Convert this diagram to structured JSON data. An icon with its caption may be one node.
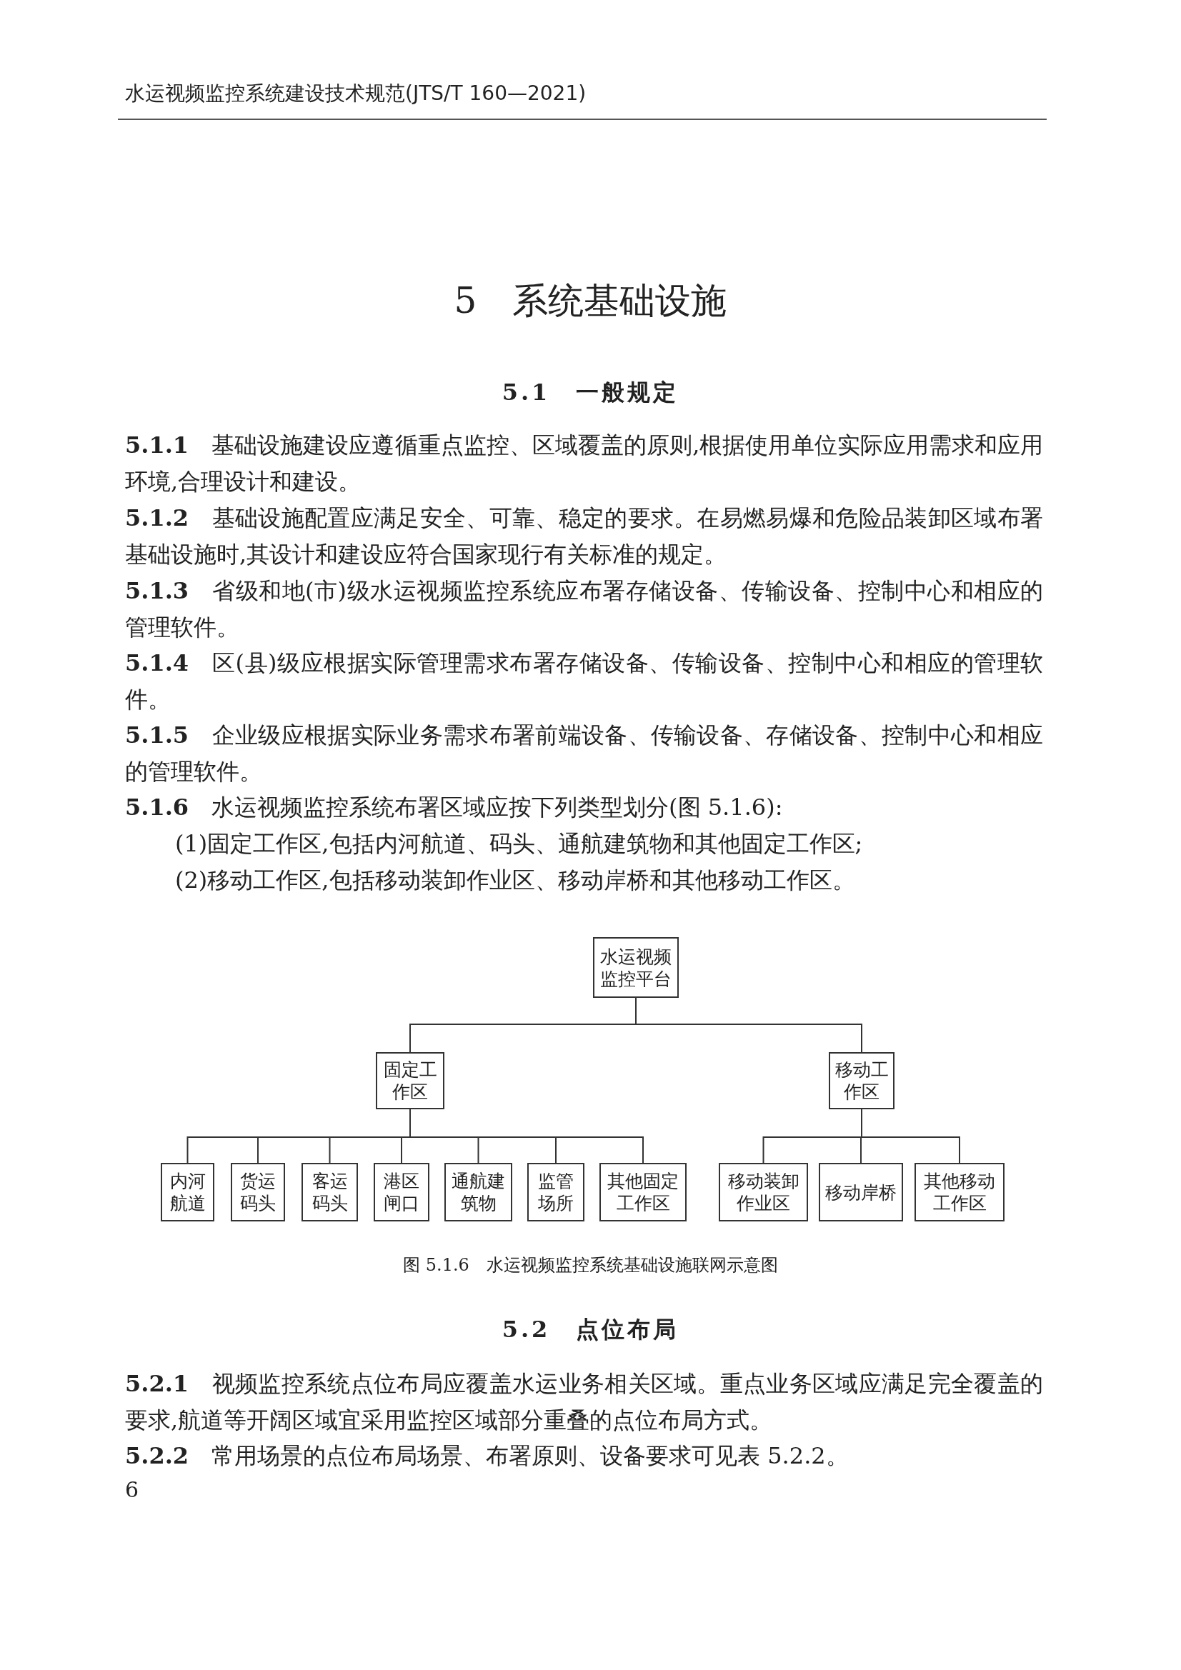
{
  "diagram": {
    "caption": "图 5.1.6　水运视频监控系统基础设施联网示意图",
    "nodes": [
      {
        "text": [
          "水运视频监控平台"
        ]
      },
      {
        "text": [
          "固定工作区"
        ]
      },
      {
        "text": [
          "移动工作区"
        ]
      },
      {
        "text": [
          "内河航道"
        ]
      },
      {
        "text": [
          "货运码头"
        ]
      },
      {
        "text": [
          "客运码头"
        ]
      },
      {
        "text": [
          "港区闸口"
        ]
      },
      {
        "text": [
          "通航建筑物"
        ]
      },
      {
        "text": [
          "监管场所"
        ]
      },
      {
        "text": [
          "其他固定工作区"
        ]
      },
      {
        "text": [
          "移动装卸作业区"
        ]
      },
      {
        "text": [
          "移动岸桥"
        ]
      },
      {
        "text": [
          "其他移动工作区"
        ]
      }
    ],
    "edges": [
      {
        "from": 0,
        "to": 1,
        "arrow": "none"
      },
      {
        "from": 0,
        "to": 2,
        "arrow": "none"
      },
      {
        "from": 1,
        "to": 3,
        "arrow": "none"
      },
      {
        "from": 1,
        "to": 4,
        "arrow": "none"
      },
      {
        "from": 1,
        "to": 5,
        "arrow": "none"
      },
      {
        "from": 1,
        "to": 6,
        "arrow": "none"
      },
      {
        "from": 1,
        "to": 7,
        "arrow": "none"
      },
      {
        "from": 1,
        "to": 8,
        "arrow": "none"
      },
      {
        "from": 1,
        "to": 9,
        "arrow": "none"
      },
      {
        "from": 2,
        "to": 10,
        "arrow": "none"
      },
      {
        "from": 2,
        "to": 11,
        "arrow": "none"
      },
      {
        "from": 2,
        "to": 12,
        "arrow": "none"
      }
    ],
    "labels": [
      "水运视频监控系统建设技术规范(JTS/T 160—2021)",
      "5　系统基础设施",
      "5.1　一般规定",
      "**5.1.1**　基础设施建设应遵循重点监控、区域覆盖的原则,根据使用单位实际应用需求和应用环境,合理设计和建设。",
      "**5.1.2**　基础设施配置应满足安全、可靠、稳定的要求。在易燃易爆和危险品装卸区域布署基础设施时,其设计和建设应符合国家现行有关标准的规定。",
      "**5.1.3**　省级和地(市)级水运视频监控系统应布署存储设备、传输设备、控制中心和相应的管理软件。",
      "**5.1.4**　区(县)级应根据实际管理需求布署存储设备、传输设备、控制中心和相应的管理软件。",
      "**5.1.5**　企业级应根据实际业务需求布署前端设备、传输设备、存储设备、控制中心和相应的管理软件。",
      "**5.1.6**　水运视频监控系统布署区域应按下列类型划分(图 5.1.6):",
      "(1)固定工作区,包括内河航道、码头、通航建筑物和其他固定工作区;",
      "(2)移动工作区,包括移动装卸作业区、移动岸桥和其他移动工作区。",
      "5.2　点位布局",
      "**5.2.1**　视频监控系统点位布局应覆盖水运业务相关区域。重点业务区域应满足完全覆盖的要求,航道等开阔区域宜采用监控区域部分重叠的点位布局方式。",
      "**5.2.2**　常用场景的点位布局场景、布署原则、设备要求可见表 5.2.2。",
      "6"
    ]
  }
}
